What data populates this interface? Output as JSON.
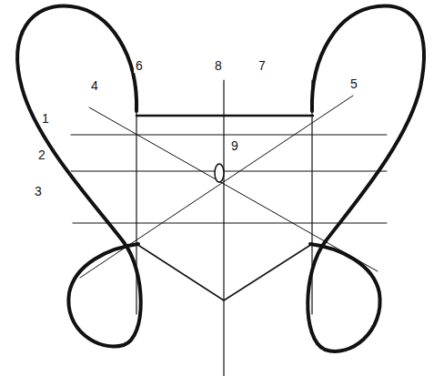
{
  "diagram": {
    "labels": [
      "6",
      "8",
      "7",
      "4",
      "5",
      "1",
      "9",
      "2",
      "3"
    ]
  }
}
